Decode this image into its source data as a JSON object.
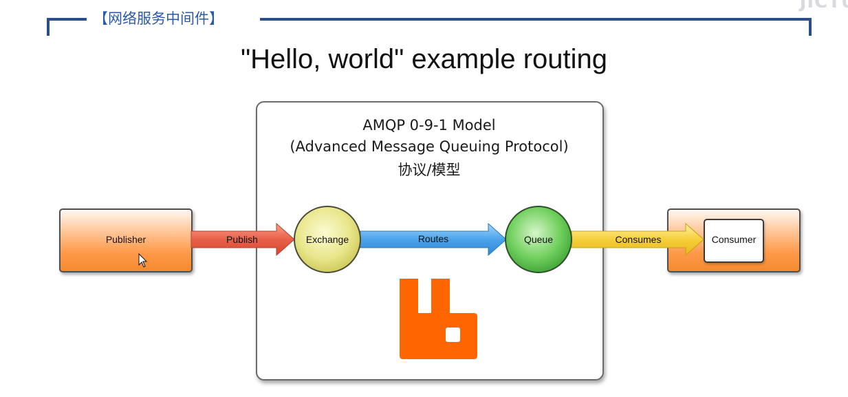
{
  "header": {
    "section_title": "【网络服务中间件】",
    "watermark": "JICTU"
  },
  "slide": {
    "title": "\"Hello, world\" example routing"
  },
  "model": {
    "line1": "AMQP 0-9-1 Model",
    "line2": "(Advanced Message Queuing Protocol)",
    "line3": "协议/模型"
  },
  "nodes": {
    "publisher": "Publisher",
    "exchange": "Exchange",
    "queue": "Queue",
    "consumer": "Consumer"
  },
  "arrows": {
    "publish": "Publish",
    "routes": "Routes",
    "consumes": "Consumes"
  },
  "colors": {
    "frame": "#2a4e8a",
    "publish_arrow": "#e8604a",
    "routes_arrow": "#4aa3ea",
    "consumes_arrow": "#f5cf3a",
    "exchange_fill": "#e3e07a",
    "queue_fill": "#5cc25a",
    "rabbit_logo": "#ff6600"
  },
  "icons": {
    "logo": "rabbitmq-logo-icon",
    "cursor": "mouse-pointer-icon"
  }
}
